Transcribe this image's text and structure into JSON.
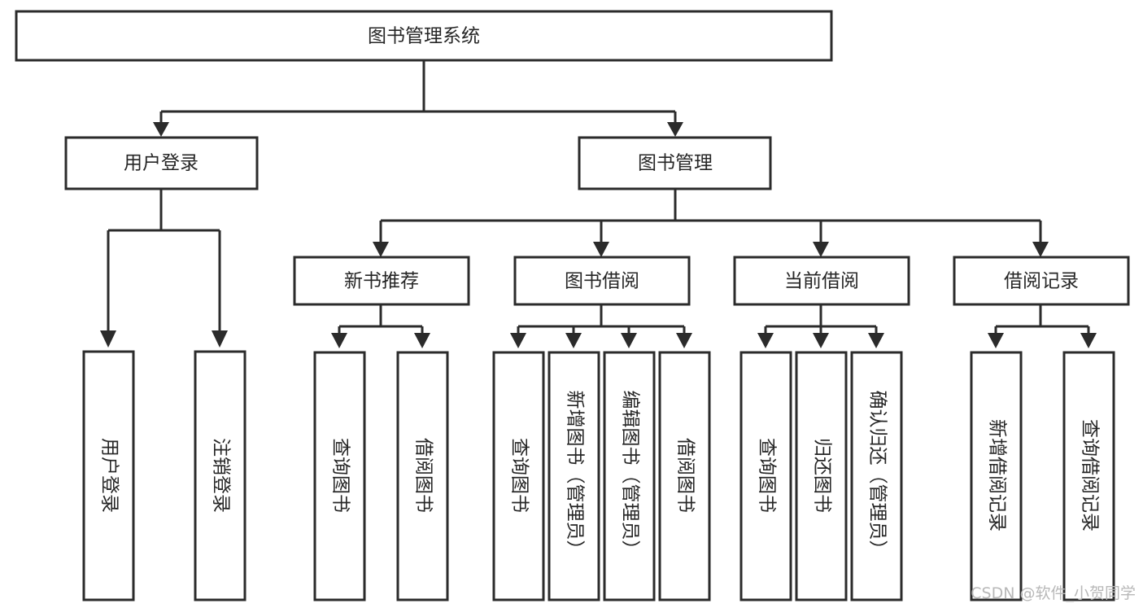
{
  "diagram": {
    "type": "tree-hierarchy",
    "title": "图书管理系统",
    "root": {
      "id": "root",
      "label": "图书管理系统"
    },
    "level2": [
      {
        "id": "user-login",
        "label": "用户登录"
      },
      {
        "id": "book-manage",
        "label": "图书管理"
      }
    ],
    "level3": [
      {
        "id": "new-book-recommend",
        "label": "新书推荐",
        "parent": "book-manage"
      },
      {
        "id": "book-borrow",
        "label": "图书借阅",
        "parent": "book-manage"
      },
      {
        "id": "current-borrow",
        "label": "当前借阅",
        "parent": "book-manage"
      },
      {
        "id": "borrow-record",
        "label": "借阅记录",
        "parent": "book-manage"
      }
    ],
    "leaves": {
      "user-login": [
        {
          "id": "leaf-user-login",
          "label": "用户登录"
        },
        {
          "id": "leaf-user-logout",
          "label": "注销登录"
        }
      ],
      "new-book-recommend": [
        {
          "id": "leaf-query-book-1",
          "label": "查询图书"
        },
        {
          "id": "leaf-borrow-book-1",
          "label": "借阅图书"
        }
      ],
      "book-borrow": [
        {
          "id": "leaf-query-book-2",
          "label": "查询图书"
        },
        {
          "id": "leaf-add-book",
          "label": "新增图书（管理员）"
        },
        {
          "id": "leaf-edit-book",
          "label": "编辑图书（管理员）"
        },
        {
          "id": "leaf-borrow-book-2",
          "label": "借阅图书"
        }
      ],
      "current-borrow": [
        {
          "id": "leaf-query-book-3",
          "label": "查询图书"
        },
        {
          "id": "leaf-return-book",
          "label": "归还图书"
        },
        {
          "id": "leaf-confirm-return",
          "label": "确认归还（管理员）"
        }
      ],
      "borrow-record": [
        {
          "id": "leaf-add-record",
          "label": "新增借阅记录"
        },
        {
          "id": "leaf-query-record",
          "label": "查询借阅记录"
        }
      ]
    }
  },
  "watermark": {
    "text": "CSDN @软件_小贺同学"
  },
  "colors": {
    "box_stroke": "#2b2b2b",
    "box_fill": "#ffffff",
    "text": "#262626",
    "connector": "#2b2b2b",
    "watermark": "#b8b8b8",
    "background": "#ffffff"
  }
}
